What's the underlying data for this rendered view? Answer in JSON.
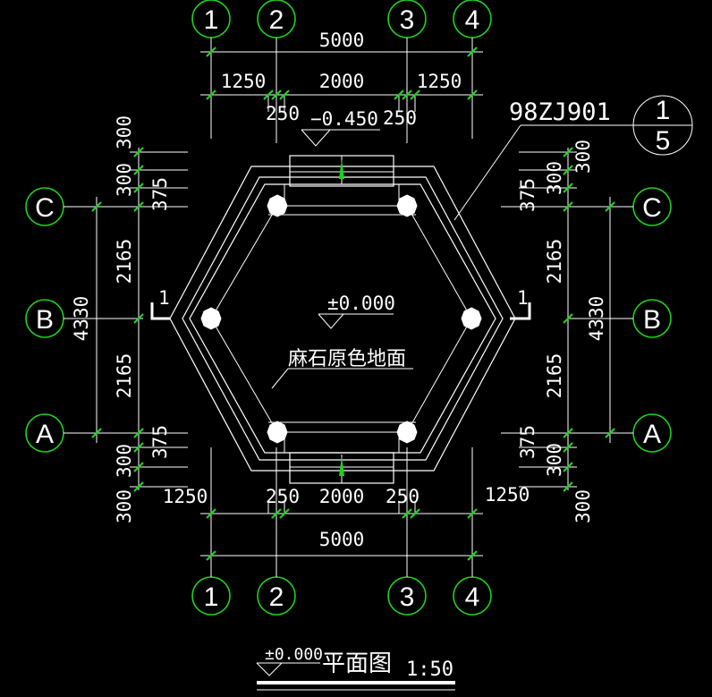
{
  "colors": {
    "background": "#000000",
    "lines": "#ffffff",
    "markers": "#1fd11f"
  },
  "axes_top": [
    "1",
    "2",
    "3",
    "4"
  ],
  "axes_bottom": [
    "1",
    "2",
    "3",
    "4"
  ],
  "axes_left": [
    "C",
    "B",
    "A"
  ],
  "axes_right": [
    "C",
    "B",
    "A"
  ],
  "dims": {
    "overall_h": "5000",
    "seg_1250": "1250",
    "seg_2000": "2000",
    "seg_250": "250",
    "seg_300": "300",
    "seg_375": "375",
    "seg_2165": "2165",
    "overall_v": "4330"
  },
  "levels": {
    "step": "−0.450",
    "floor": "±0.000",
    "title_level": "±0.000"
  },
  "section_mark": "1",
  "reference": {
    "code": "98ZJ901",
    "detail": "1",
    "sheet": "5"
  },
  "floor_note": "麻石原色地面",
  "title": {
    "name": "平面图",
    "scale": "1:50"
  }
}
